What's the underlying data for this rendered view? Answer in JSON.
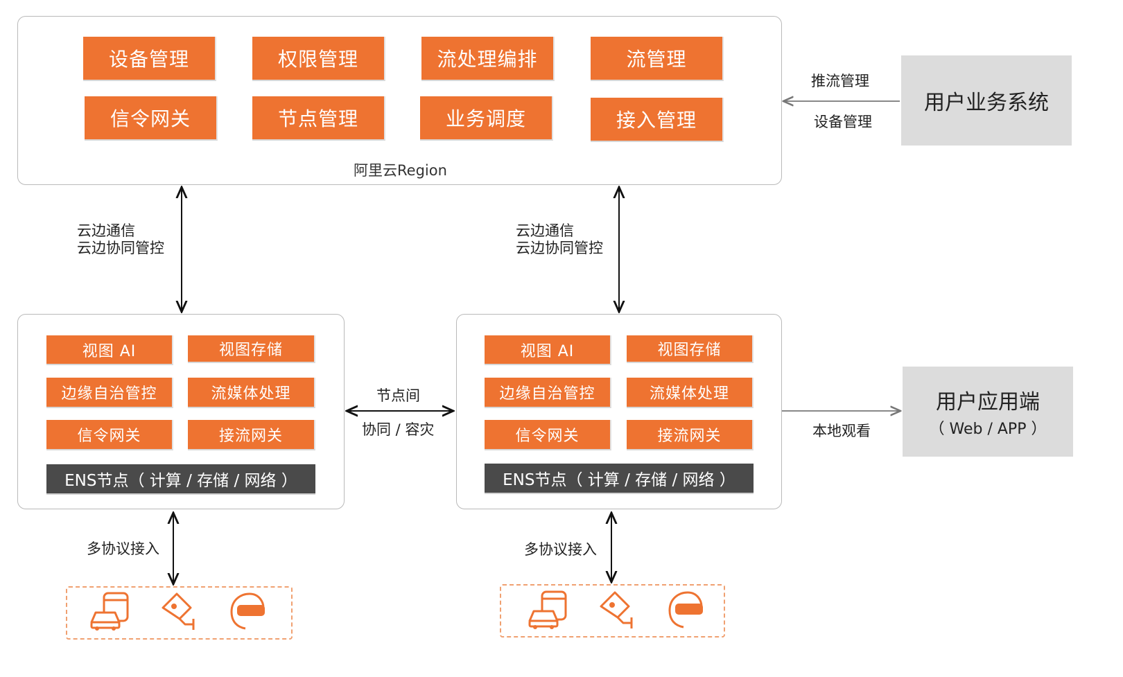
{
  "colors": {
    "orange": "#ee7331",
    "dark": "#4a4a4a",
    "gray_box": "#dcdcdc",
    "border": "#b9b9b9"
  },
  "region": {
    "label": "阿里云Region",
    "items": [
      "设备管理",
      "权限管理",
      "流处理编排",
      "流管理",
      "信令网关",
      "节点管理",
      "业务调度",
      "接入管理"
    ]
  },
  "user_system": {
    "title": "用户业务系统",
    "arrow_label_top": "推流管理",
    "arrow_label_bottom": "设备管理"
  },
  "user_app": {
    "title": "用户应用端",
    "subtitle": "（ Web / APP ）",
    "arrow_label": "本地观看"
  },
  "cloud_edge_left": {
    "line1": "云边通信",
    "line2": "云边协同管控"
  },
  "cloud_edge_right": {
    "line1": "云边通信",
    "line2": "云边协同管控"
  },
  "node_link": {
    "line1": "节点间",
    "line2": "协同 / 容灾"
  },
  "ens_left": {
    "items": [
      "视图 AI",
      "视图存储",
      "边缘自治管控",
      "流媒体处理",
      "信令网关",
      "接流网关"
    ],
    "base": "ENS节点（ 计算 / 存储 / 网络 ）",
    "access_label": "多协议接入"
  },
  "ens_right": {
    "items": [
      "视图 AI",
      "视图存储",
      "边缘自治管控",
      "流媒体处理",
      "信令网关",
      "接流网关"
    ],
    "base": "ENS节点（ 计算 / 存储 / 网络 ）",
    "access_label": "多协议接入"
  },
  "device_icons": [
    "vehicle-icon",
    "camera-icon",
    "vr-headset-icon"
  ]
}
